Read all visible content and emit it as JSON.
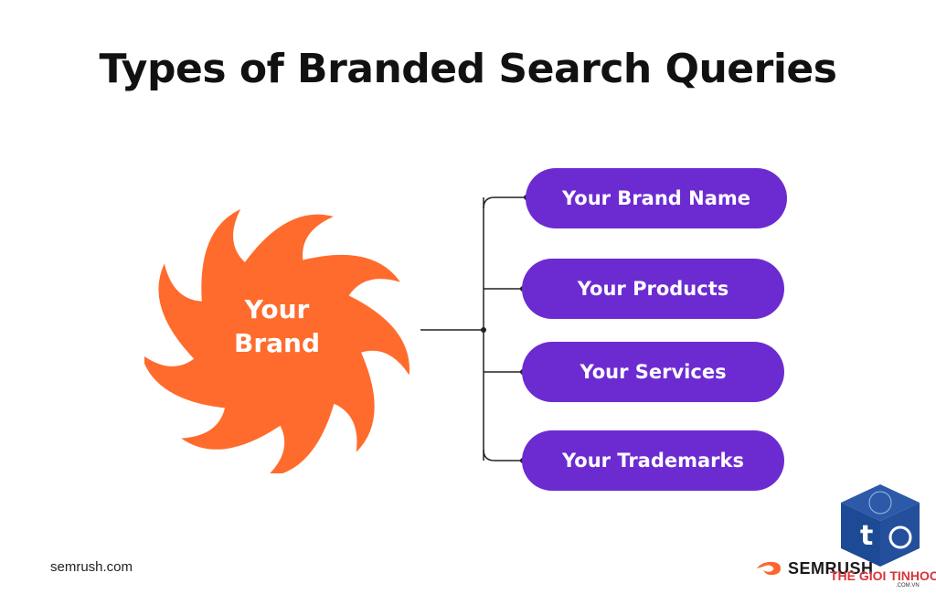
{
  "title": "Types of Branded Search Queries",
  "center_node": {
    "line1": "Your",
    "line2": "Brand"
  },
  "branches": [
    {
      "label": "Your Brand Name"
    },
    {
      "label": "Your Products"
    },
    {
      "label": "Your Services"
    },
    {
      "label": "Your Trademarks"
    }
  ],
  "footer": {
    "url": "semrush.com",
    "logo_text": "SEMRUSH"
  },
  "watermark": {
    "text": "THE GIOI TINHOC",
    "sub": ".COM.VN"
  },
  "colors": {
    "brand_orange": "#ff6b2c",
    "pill_purple": "#6c2bd1",
    "line": "#222222",
    "title": "#111111"
  }
}
